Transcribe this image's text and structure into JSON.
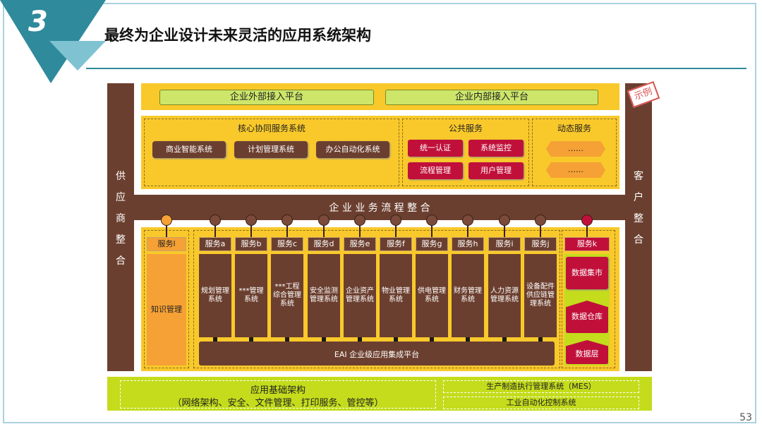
{
  "slide": {
    "number_badge": "3",
    "title": "最终为企业设计未来灵活的应用系统架构",
    "page_number": "53",
    "stamp": "示例"
  },
  "diagram": {
    "left_bar": "供应商整合",
    "right_bar": "客户整合",
    "top_platforms": [
      "企业外部接入平台",
      "企业内部接入平台"
    ],
    "core": {
      "title": "核心协同服务系统",
      "items": [
        "商业智能系统",
        "计划管理系统",
        "办公自动化系统"
      ]
    },
    "public": {
      "title": "公共服务",
      "items": [
        "统一认证",
        "系统监控",
        "流程管理",
        "用户管理"
      ]
    },
    "dynamic": {
      "title": "动态服务",
      "items": [
        "……",
        "……"
      ]
    },
    "process_bar": "企 业 业 务 流 程 整 合",
    "knowledge": {
      "service_label": "服务l",
      "system": "知识管理"
    },
    "services": [
      {
        "label": "服务a",
        "system": "规划管理系统"
      },
      {
        "label": "服务b",
        "system": "***管理系统"
      },
      {
        "label": "服务c",
        "system": "***工程综合管理系统"
      },
      {
        "label": "服务d",
        "system": "安全监测管理系统"
      },
      {
        "label": "服务e",
        "system": "企业资产管理系统"
      },
      {
        "label": "服务f",
        "system": "物业管理系统"
      },
      {
        "label": "服务g",
        "system": "供电管理系统"
      },
      {
        "label": "服务h",
        "system": "财务管理系统"
      },
      {
        "label": "服务i",
        "system": "人力资源管理系统"
      },
      {
        "label": "服务j",
        "system": "设备配件供应链管理系统"
      }
    ],
    "eai": "EAI 企业级应用集成平台",
    "data_services": {
      "label": "服务k",
      "items": [
        "数据集市",
        "数据仓库",
        "数据层"
      ]
    },
    "bottom": {
      "infra_title": "应用基础架构",
      "infra_sub": "（网络架构、安全、文件管理、打印服务、管控等）",
      "mes": "生产制造执行管理系统（MES）",
      "automation": "工业自动化控制系统"
    }
  },
  "colors": {
    "brown": "#6b3f2f",
    "yellow": "#f9c92b",
    "green": "#c4dc1c",
    "red": "#c0103a",
    "orange": "#f5a135",
    "teal": "#2f8a9b"
  }
}
